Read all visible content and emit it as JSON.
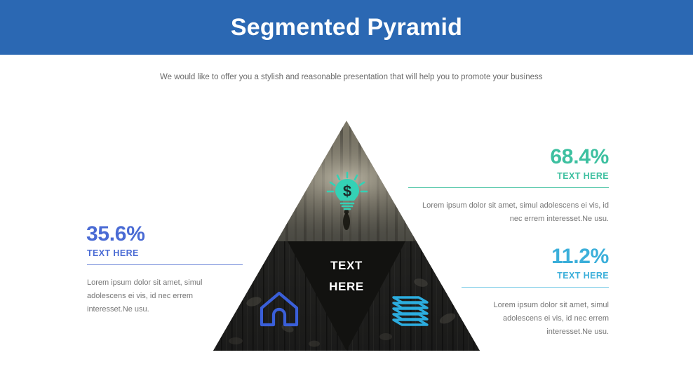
{
  "header": {
    "title": "Segmented Pyramid",
    "band_color": "#2B68B3",
    "title_color": "#FFFFFF"
  },
  "subtitle": {
    "text": "We would like to offer you a stylish and reasonable presentation that will help you to promote your business",
    "color": "#6A6A6A"
  },
  "pyramid": {
    "center_label_line1": "TEXT",
    "center_label_line2": "HERE",
    "icons": [
      {
        "name": "lightbulb-dollar-icon",
        "color": "#34D1B5",
        "position": "top"
      },
      {
        "name": "house-icon",
        "color": "#3A5FD9",
        "position": "bottom-left"
      },
      {
        "name": "stacked-layers-icon",
        "color": "#2CADDF",
        "position": "bottom-right"
      }
    ]
  },
  "stats": {
    "left": {
      "value": "35.6%",
      "label": "TEXT HERE",
      "body": "Lorem ipsum dolor sit amet, simul adolescens ei vis, id nec errem interesset.Ne usu.",
      "color": "#4A6BD4"
    },
    "top_right": {
      "value": "68.4%",
      "label": "TEXT HERE",
      "body": "Lorem ipsum dolor sit amet, simul adolescens ei vis, id nec errem interesset.Ne usu.",
      "color": "#3DC0A0"
    },
    "bottom_right": {
      "value": "11.2%",
      "label": "TEXT HERE",
      "body": "Lorem ipsum dolor sit amet, simul adolescens ei vis, id nec errem interesset.Ne usu.",
      "color": "#3BAFDA"
    }
  }
}
